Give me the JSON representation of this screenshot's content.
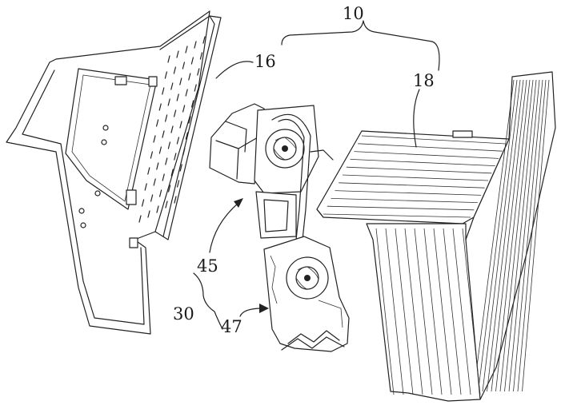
{
  "figure": {
    "background": "#ffffff",
    "line_color": "#222222",
    "labels": {
      "assembly": "10",
      "panel": "16",
      "heatsink": "18",
      "fan_module": "30",
      "upper_fan": "45",
      "lower_fan": "47"
    }
  }
}
